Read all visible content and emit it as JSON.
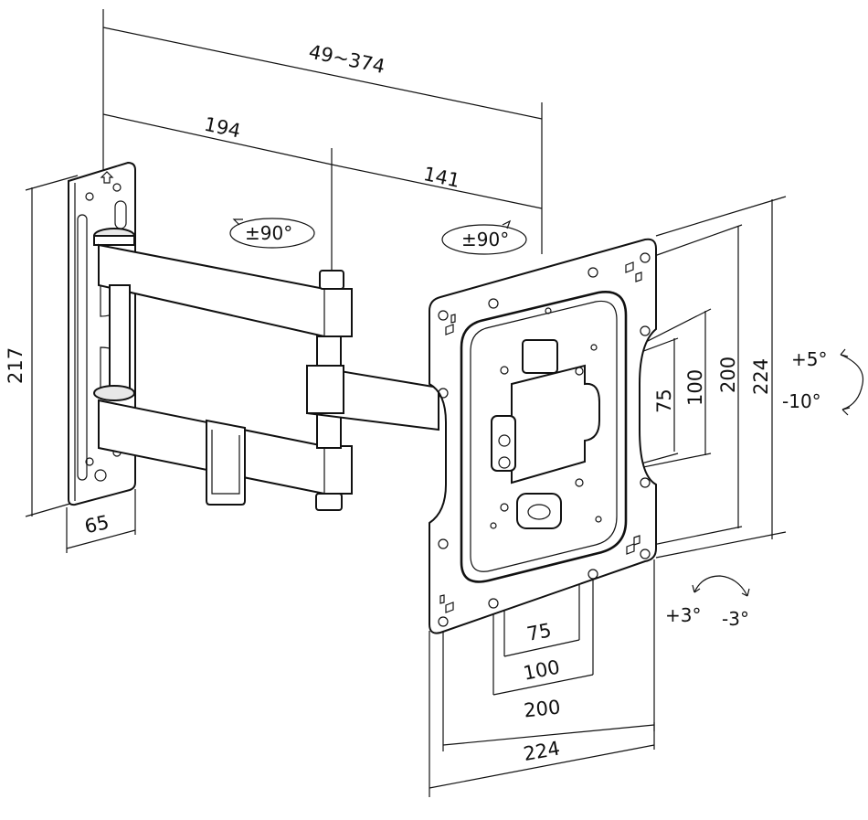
{
  "dimensions": {
    "overall_extension": "49~374",
    "wall_to_elbow": "194",
    "elbow_to_plate": "141",
    "wall_plate_height": "217",
    "wall_plate_width": "65"
  },
  "rotation": {
    "swivel_wall": "±90°",
    "swivel_plate": "±90°",
    "tilt_up": "+5°",
    "tilt_down": "-10°",
    "level_plus": "+3°",
    "level_minus": "-3°"
  },
  "vesa": {
    "vertical": [
      "224",
      "200",
      "100",
      "75"
    ],
    "horizontal": [
      "75",
      "100",
      "200",
      "224"
    ]
  }
}
